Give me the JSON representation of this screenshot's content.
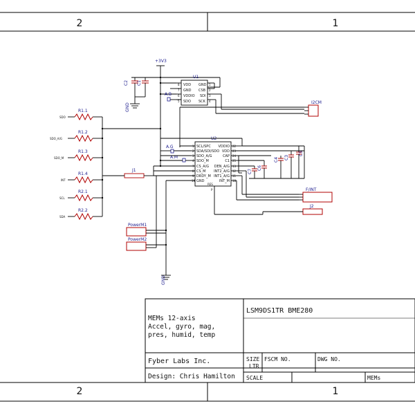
{
  "frame": {
    "top_zones": [
      "2",
      "1"
    ],
    "bottom_zones": [
      "2",
      "1"
    ]
  },
  "title_block": {
    "description_lines": [
      "MEMs 12-axis",
      "Accel, gyro, mag,",
      "pres, humid, temp"
    ],
    "title": "LSM9DS1TR BME280",
    "company": "Fyber Labs Inc.",
    "designer": "Design: Chris Hamilton",
    "size_label": "SIZE",
    "size_value": "LTR",
    "fscm_label": "FSCM NO.",
    "dwg_label": "DWG NO.",
    "scale_label": "SCALE",
    "sheet_name": "MEMs"
  },
  "schematic": {
    "power": "+3V3",
    "gnd_labels": [
      "GND",
      "GND"
    ],
    "u1": {
      "ref": "U1",
      "left_pins": [
        "VDD",
        "GND",
        "VDDIO",
        "SDO"
      ],
      "left_nums": [
        "8",
        "7",
        "6",
        "5"
      ],
      "right_pins": [
        "GND",
        "CSB",
        "SDI",
        "SCK"
      ],
      "right_nums": [
        "1",
        "2",
        "3",
        "4"
      ]
    },
    "u2": {
      "ref": "U2",
      "left_pins": [
        "SCL/SPC",
        "SDA/SDI/SDO",
        "SDO_A/G",
        "SDO_M",
        "CS_A/G",
        "CS_M",
        "DRDY_M",
        "GND"
      ],
      "left_nums": [
        "1",
        "2",
        "3",
        "4",
        "7",
        "8",
        "9",
        "19"
      ],
      "right_pins": [
        "VDDIO",
        "VDD",
        "CAP",
        "C1",
        "DEN_A/G",
        "INT2_A/G",
        "INT1_A/G",
        "INT_M"
      ],
      "right_nums": [
        "22",
        "23",
        "24",
        "25",
        "13",
        "12",
        "11",
        "18"
      ],
      "bottom_pin": "RES",
      "bottom_num": "P"
    },
    "resistors": [
      {
        "ref": "R1.1",
        "net": "SDO"
      },
      {
        "ref": "R1.2",
        "net": "SDO_A/G"
      },
      {
        "ref": "R1.3",
        "net": "SDO_M"
      },
      {
        "ref": "R1.4",
        "net": "INT"
      },
      {
        "ref": "R2.1",
        "net": "SCL"
      },
      {
        "ref": "R2.2",
        "net": "SDA"
      }
    ],
    "jumpers": [
      "A.B",
      "A.G",
      "A.M"
    ],
    "caps": [
      "C2",
      "C1",
      "C7",
      "C6",
      "C4",
      "C3",
      "C5"
    ],
    "connectors": [
      "J1",
      "I2CM",
      "F/INT",
      "J2"
    ],
    "power_jumpers": [
      "PowerM1",
      "PowerM2"
    ]
  }
}
